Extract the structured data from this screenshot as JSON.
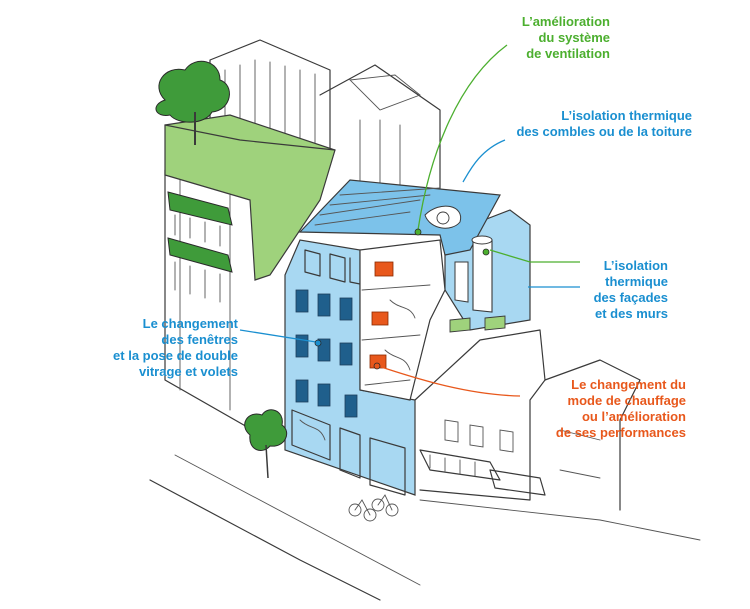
{
  "colors": {
    "ventilation": "#4caf2f",
    "insulation": "#1a8fd0",
    "heating": "#e8581c",
    "facade_fill": "#a8d8f2",
    "roof_fill": "#7cc2ea",
    "greenery": "#9fd27c",
    "tree": "#3f9b3a"
  },
  "labels": {
    "ventilation": [
      "L’amélioration",
      "du système",
      "de ventilation"
    ],
    "roof": [
      "L’isolation thermique",
      "des combles ou de la toiture"
    ],
    "walls": [
      "L’isolation",
      "thermique",
      "des façades",
      "et des murs"
    ],
    "windows": [
      "Le changement",
      "des fenêtres",
      "et la pose de double",
      "vitrage et volets"
    ],
    "heating": [
      "Le changement du",
      "mode de chauffage",
      "ou l’amélioration",
      "de ses performances"
    ]
  }
}
